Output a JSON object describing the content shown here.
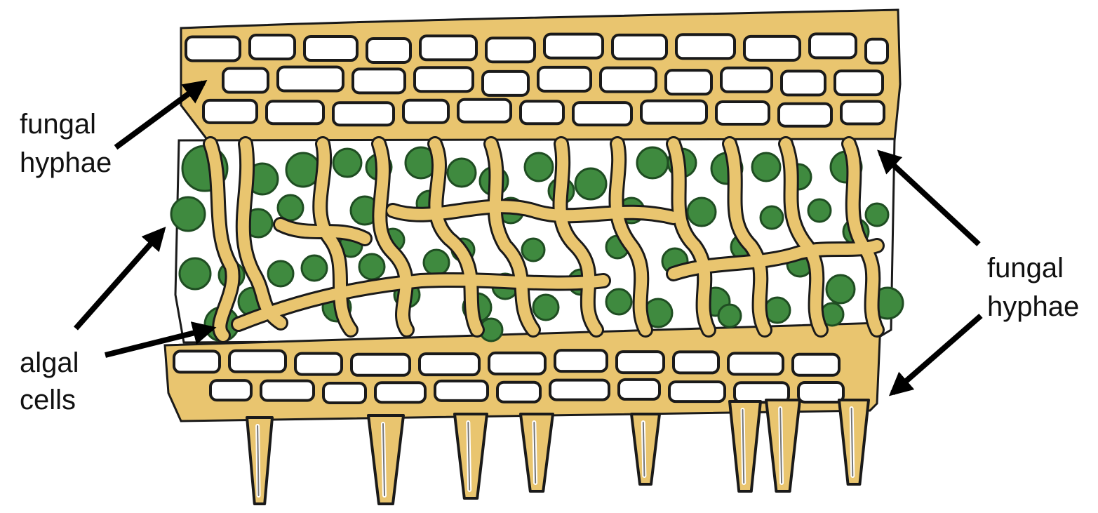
{
  "labels": {
    "top_left": [
      "fungal",
      "hyphae"
    ],
    "bottom_left": [
      "algal",
      "cells"
    ],
    "right": [
      "fungal",
      "hyphae"
    ]
  },
  "colors": {
    "hyphae_fill": "#e9c56f",
    "algae_fill": "#3f8a3f",
    "algae_stroke": "#1f4d22",
    "outline": "#1a1a1a",
    "cell_fill": "#ffffff",
    "arrow": "#000000",
    "background": "#ffffff"
  }
}
